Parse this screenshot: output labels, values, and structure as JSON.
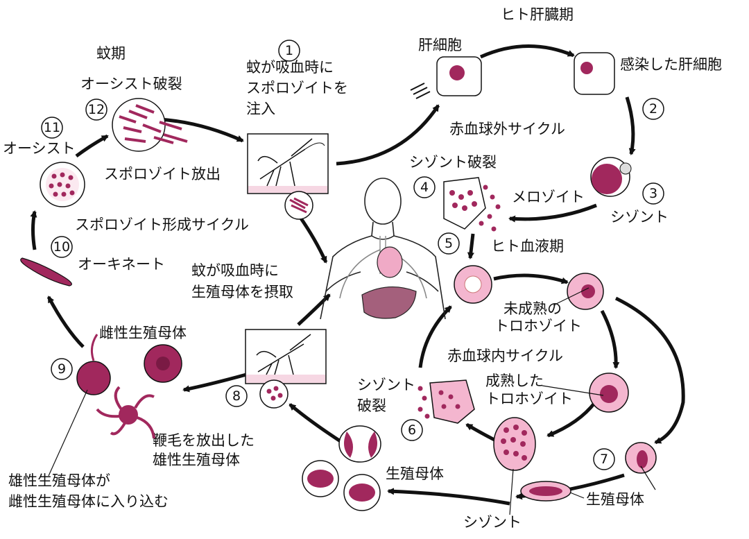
{
  "phases": {
    "mosquito": "蚊期",
    "liver": "ヒト肝臓期",
    "blood": "ヒト血液期"
  },
  "cycles": {
    "sporogony": "スポロゾイト形成サイクル",
    "exo_erythrocytic": "赤血球外サイクル",
    "erythrocytic": "赤血球内サイクル"
  },
  "steps": [
    {
      "num": "1",
      "lines": [
        "蚊が吸血時に",
        "スポロゾイトを",
        "注入"
      ]
    },
    {
      "num": "2",
      "lines": []
    },
    {
      "num": "3",
      "lines": [
        "シゾント"
      ]
    },
    {
      "num": "4",
      "lines": [
        "シゾント破裂"
      ]
    },
    {
      "num": "5",
      "lines": []
    },
    {
      "num": "6",
      "lines": [
        "シゾント",
        "破裂"
      ]
    },
    {
      "num": "7",
      "lines": [
        "生殖母体"
      ]
    },
    {
      "num": "8",
      "lines": [
        "蚊が吸血時に",
        "生殖母体を摂取"
      ]
    },
    {
      "num": "9",
      "lines": [
        "雌性生殖母体"
      ]
    },
    {
      "num": "10",
      "lines": [
        "オーキネート"
      ]
    },
    {
      "num": "11",
      "lines": [
        "オーシスト"
      ]
    },
    {
      "num": "12",
      "lines": [
        "オーシスト破裂"
      ]
    }
  ],
  "labels": {
    "hepatocyte": "肝細胞",
    "infected_hepatocyte": "感染した肝細胞",
    "merozoite": "メロゾイト",
    "immature_trophozoite": [
      "未成熟の",
      "トロホゾイト"
    ],
    "mature_trophozoite": [
      "成熟した",
      "トロホゾイト"
    ],
    "schizont_bottom": "シゾント",
    "gametocytes": "生殖母体",
    "sporozoite_release": "スポロゾイト放出",
    "exflagellated_male": [
      "鞭毛を放出した",
      "雄性生殖母体"
    ],
    "fertilization": [
      "雄性生殖母体が",
      "雌性生殖母体に入り込む"
    ]
  },
  "colors": {
    "parasite": "#a1285d",
    "cell_pink": "#f4b6cf",
    "organ": "#a4607c",
    "ink": "#111111"
  }
}
